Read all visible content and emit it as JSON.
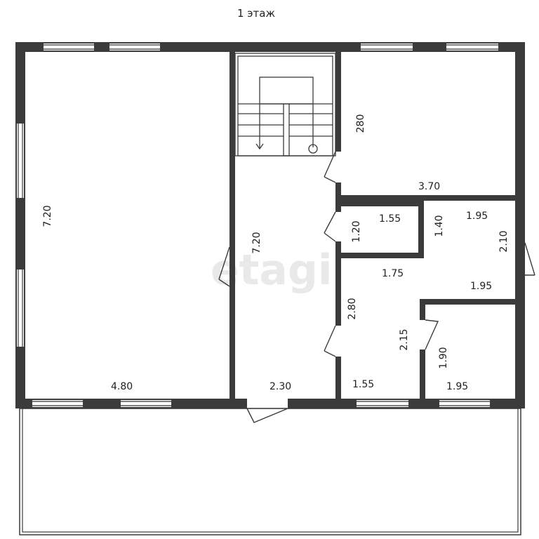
{
  "title": "1 этаж",
  "watermark": "etagi",
  "dimensions": {
    "big_room_height": "7.20",
    "big_room_width": "4.80",
    "hall_height": "7.20",
    "hall_width": "2.30",
    "room_ne_height": "280",
    "room_ne_width": "3.70",
    "small_room_width": "1.55",
    "small_room_height": "1.20",
    "room_mid_height_left": "1.40",
    "room_mid_width_top": "1.95",
    "room_mid_height_right": "2.10",
    "room_mid_width_bottom": "1.95",
    "room_low_width_top": "1.75",
    "room_low_height_left": "2.80",
    "room_low_height_right": "2.15",
    "room_low_width_bottom": "1.55",
    "room_se_height": "1.90",
    "room_se_width": "1.95"
  },
  "colors": {
    "wall": "#3b3b3b",
    "watermark": "#e9e9e9"
  }
}
